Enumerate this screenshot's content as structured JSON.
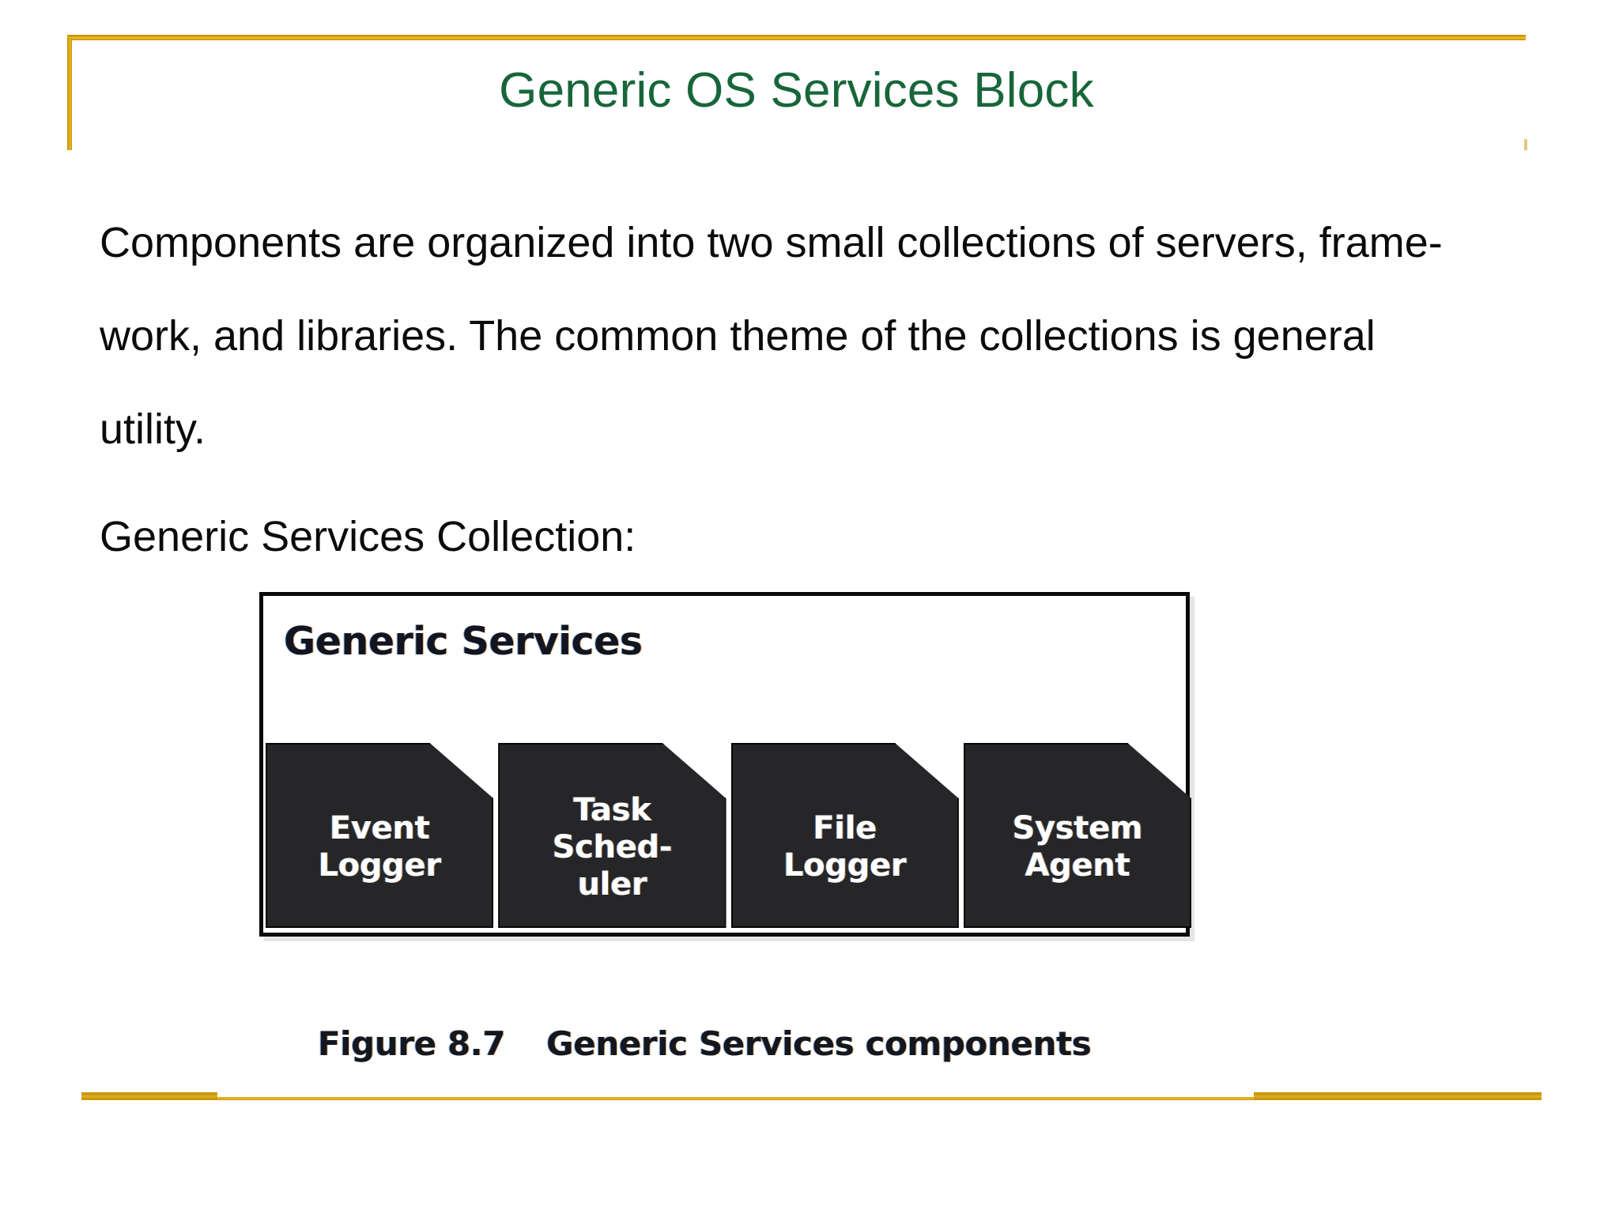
{
  "slide": {
    "title": "Generic OS Services Block",
    "title_color": "#17663a",
    "accent_color": "#c9960f",
    "background_color": "#ffffff"
  },
  "body": {
    "lines": [
      "Components are organized into two small collections of servers, frame-",
      "work, and libraries. The common theme of the collections is general",
      "utility.",
      "Generic Services Collection:"
    ]
  },
  "figure": {
    "box_heading": "Generic Services",
    "box_border_color": "#0a0a0a",
    "card_fill_color": "#262629",
    "card_text_color": "#ffffff",
    "components": [
      {
        "label": "Event\nLogger",
        "name": "event-logger"
      },
      {
        "label": "Task\nSched-\nuler",
        "name": "task-scheduler"
      },
      {
        "label": "File\nLogger",
        "name": "file-logger"
      },
      {
        "label": "System\nAgent",
        "name": "system-agent"
      }
    ],
    "caption_number": "Figure 8.7",
    "caption_text": "Generic Services components"
  }
}
